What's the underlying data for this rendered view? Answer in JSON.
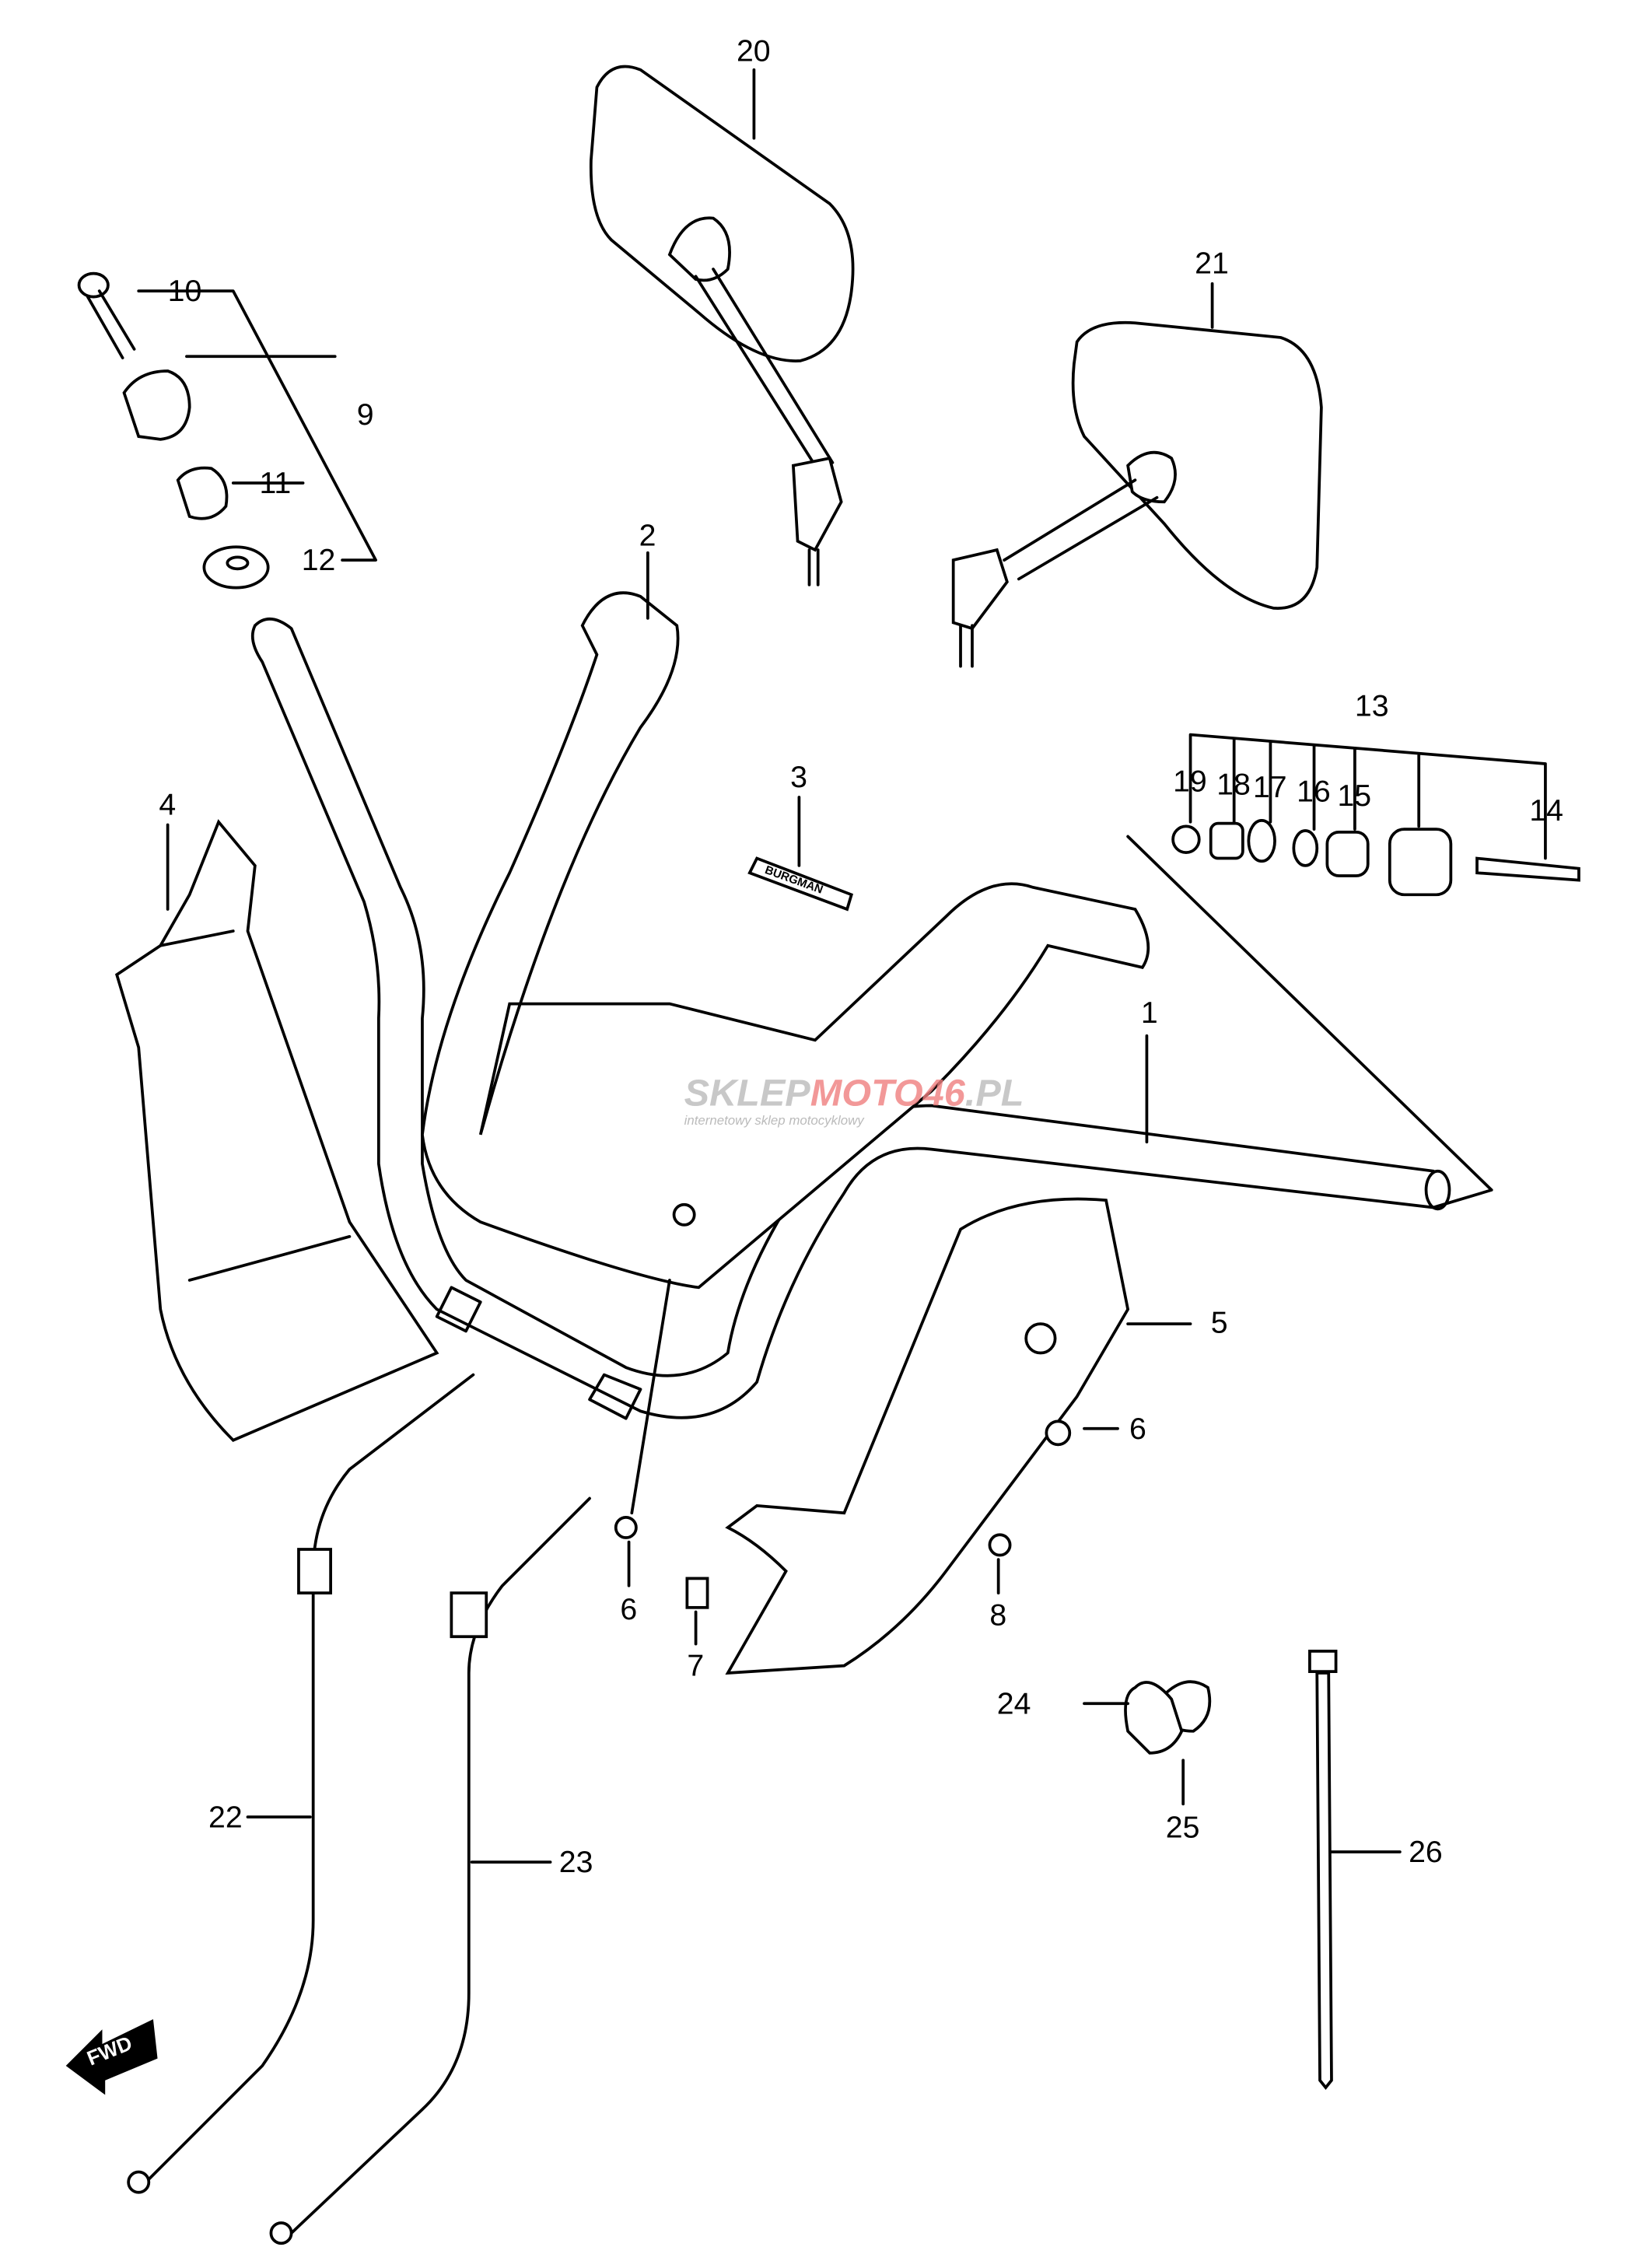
{
  "labels": {
    "p1": "1",
    "p2": "2",
    "p3": "3",
    "p4": "4",
    "p5": "5",
    "p6a": "6",
    "p6b": "6",
    "p7": "7",
    "p8": "8",
    "p9": "9",
    "p10": "10",
    "p11": "11",
    "p12": "12",
    "p13": "13",
    "p14": "14",
    "p15": "15",
    "p16": "16",
    "p17": "17",
    "p18": "18",
    "p19": "19",
    "p20": "20",
    "p21": "21",
    "p22": "22",
    "p23": "23",
    "p24": "24",
    "p25": "25",
    "p26": "26"
  },
  "emblem_text": "BURGMAN",
  "fwd_arrow": "FWD",
  "watermark": {
    "main_gray": "SKLEP",
    "main_red": "MOTO46",
    "main_suffix": ".PL",
    "tagline": "internetowy sklep motocyklowy"
  },
  "colors": {
    "line": "#000000",
    "watermark_gray": "#bbbbbb",
    "watermark_red": "#f07f7f"
  }
}
